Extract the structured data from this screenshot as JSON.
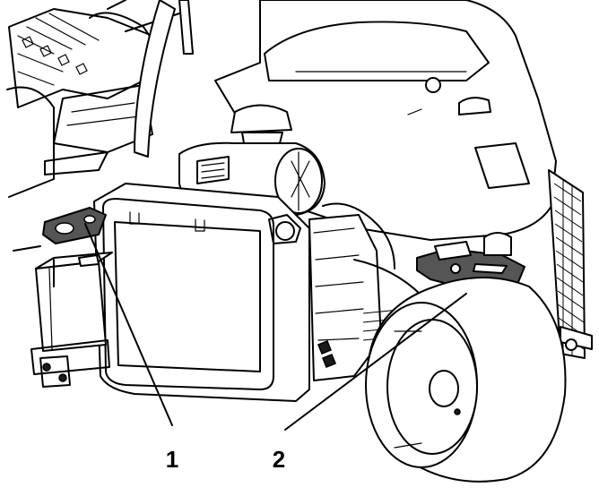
{
  "figure": {
    "callouts": [
      {
        "id": "1",
        "label": "1"
      },
      {
        "id": "2",
        "label": "2"
      }
    ],
    "colors": {
      "line": "#000000",
      "background": "#ffffff",
      "highlight_part": "#555555"
    }
  }
}
